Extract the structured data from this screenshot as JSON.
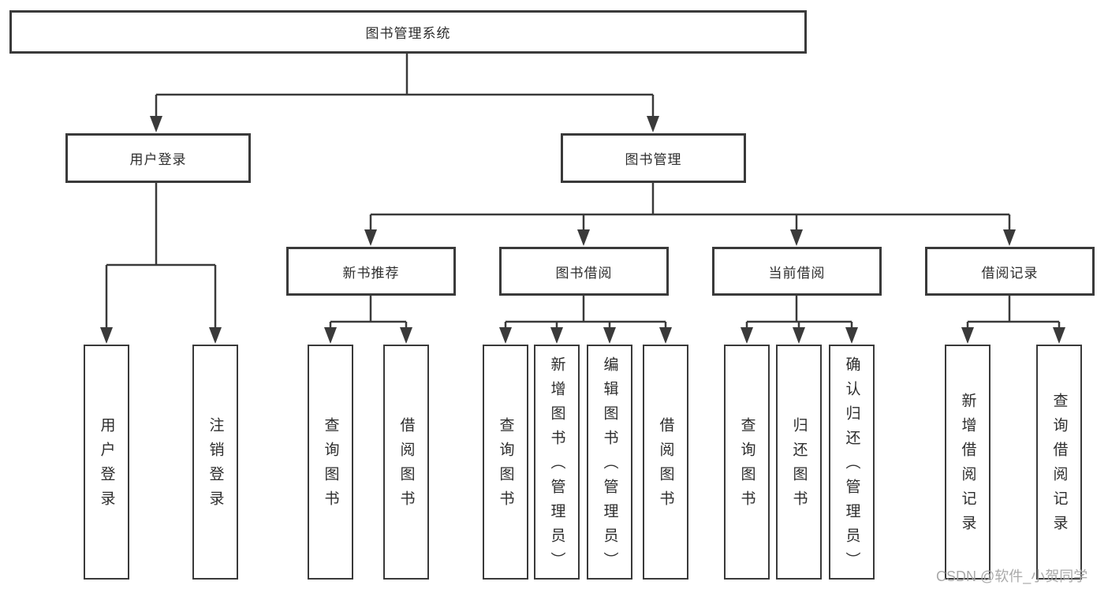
{
  "diagram": {
    "title": "图书管理系统",
    "root": {
      "label": "图书管理系统"
    },
    "level2": {
      "user_login": {
        "label": "用户登录"
      },
      "book_mgmt": {
        "label": "图书管理"
      }
    },
    "level3": {
      "new_book": {
        "label": "新书推荐"
      },
      "book_borrow": {
        "label": "图书借阅"
      },
      "current_borrow": {
        "label": "当前借阅"
      },
      "borrow_records": {
        "label": "借阅记录"
      }
    },
    "leaves": {
      "user_login": [
        "用户登录",
        "注销登录"
      ],
      "new_book": [
        "查询图书",
        "借阅图书"
      ],
      "book_borrow": [
        "查询图书",
        "新增图书（管理员）",
        "编辑图书（管理员）",
        "借阅图书"
      ],
      "current_borrow": [
        "查询图书",
        "归还图书",
        "确认归还（管理员）"
      ],
      "borrow_records": [
        "新增借阅记录",
        "查询借阅记录"
      ]
    }
  },
  "watermark": "CSDN @软件_小贺同学",
  "colors": {
    "line": "#3a3a3a",
    "text": "#2d2d2d",
    "watermark": "#a5a5a5",
    "background": "#ffffff"
  }
}
